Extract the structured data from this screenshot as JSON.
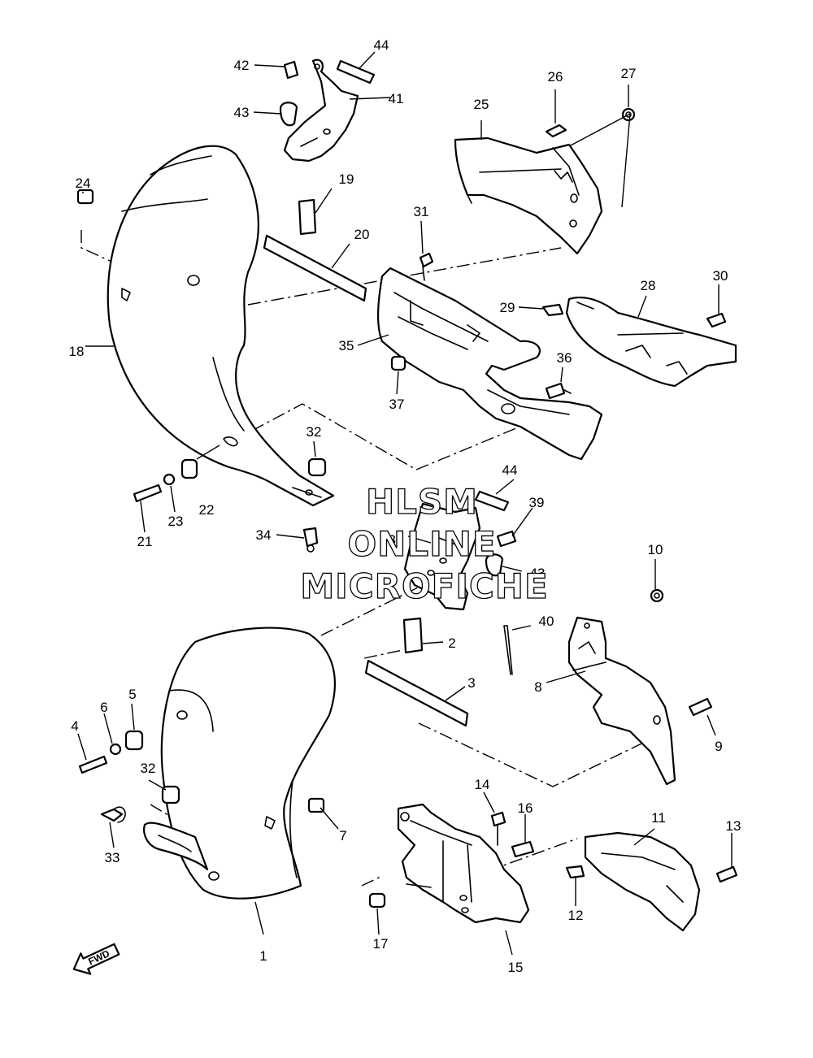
{
  "callouts": {
    "c1": "1",
    "c2": "2",
    "c3": "3",
    "c4": "4",
    "c5": "5",
    "c6": "6",
    "c7": "7",
    "c8": "8",
    "c9": "9",
    "c10": "10",
    "c11": "11",
    "c12": "12",
    "c13": "13",
    "c14": "14",
    "c15": "15",
    "c16": "16",
    "c17": "17",
    "c18": "18",
    "c19": "19",
    "c20": "20",
    "c21": "21",
    "c22": "22",
    "c23": "23",
    "c24": "24",
    "c25": "25",
    "c26": "26",
    "c27": "27",
    "c28": "28",
    "c29": "29",
    "c30": "30",
    "c31": "31",
    "c32a": "32",
    "c32b": "32",
    "c33": "33",
    "c34": "34",
    "c35": "35",
    "c36": "36",
    "c37": "37",
    "c38": "38",
    "c39": "39",
    "c40": "40",
    "c41": "41",
    "c42": "42",
    "c43a": "43",
    "c43b": "43",
    "c44a": "44",
    "c44b": "44"
  },
  "watermark": {
    "line1": "HLSM",
    "line2": "ONLINE",
    "line3": "MICROFICHE"
  },
  "direction_arrow": {
    "label": "FWD"
  },
  "colors": {
    "line": "#000000",
    "background": "#ffffff"
  }
}
